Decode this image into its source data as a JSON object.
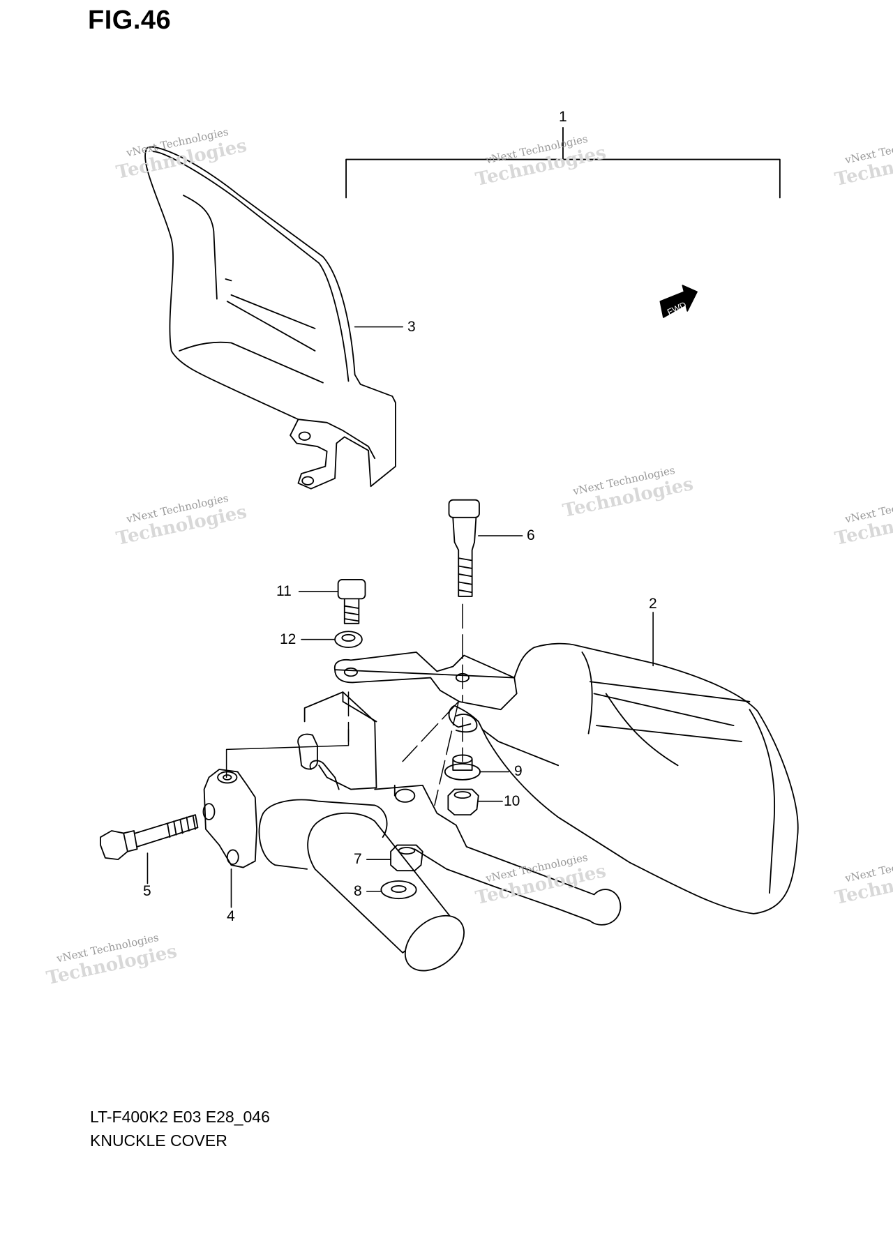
{
  "figure": {
    "title": "FIG.46"
  },
  "callouts": {
    "c1": "1",
    "c2": "2",
    "c3": "3",
    "c4": "4",
    "c5": "5",
    "c6": "6",
    "c7": "7",
    "c8": "8",
    "c9": "9",
    "c10": "10",
    "c11": "11",
    "c12": "12"
  },
  "fwd_label": "FWD",
  "footer": {
    "model_code": "LT-F400K2 E03 E28_046",
    "section_name": "KNUCKLE COVER"
  },
  "watermark": {
    "line1": "vNext Technologies",
    "line2": "Technologies"
  }
}
